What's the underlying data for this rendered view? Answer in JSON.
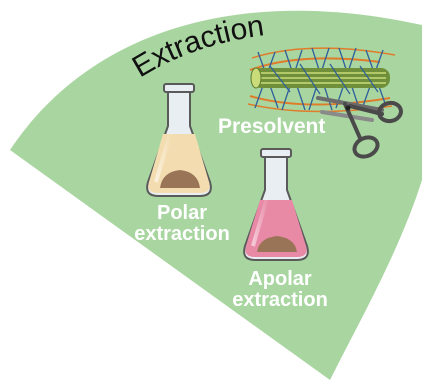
{
  "title": "Extraction",
  "labels": {
    "presolvent": "Presolvent",
    "polar_line1": "Polar",
    "polar_line2": "extraction",
    "apolar_line1": "Apolar",
    "apolar_line2": "extraction"
  },
  "colors": {
    "sector_fill": "#a9d6a0",
    "label_text": "#ffffff",
    "polar_liquid": "#f3ddb0",
    "apolar_liquid": "#e88aa6",
    "sediment": "#9a7456",
    "fiber_green": "#6f8f3a",
    "fiber_orange": "#e07b2a",
    "mesh_blue": "#2f5f9b"
  },
  "icons": [
    "erlenmeyer-flask-icon",
    "erlenmeyer-flask-icon",
    "fiber-bundle-icon",
    "scissors-icon"
  ]
}
